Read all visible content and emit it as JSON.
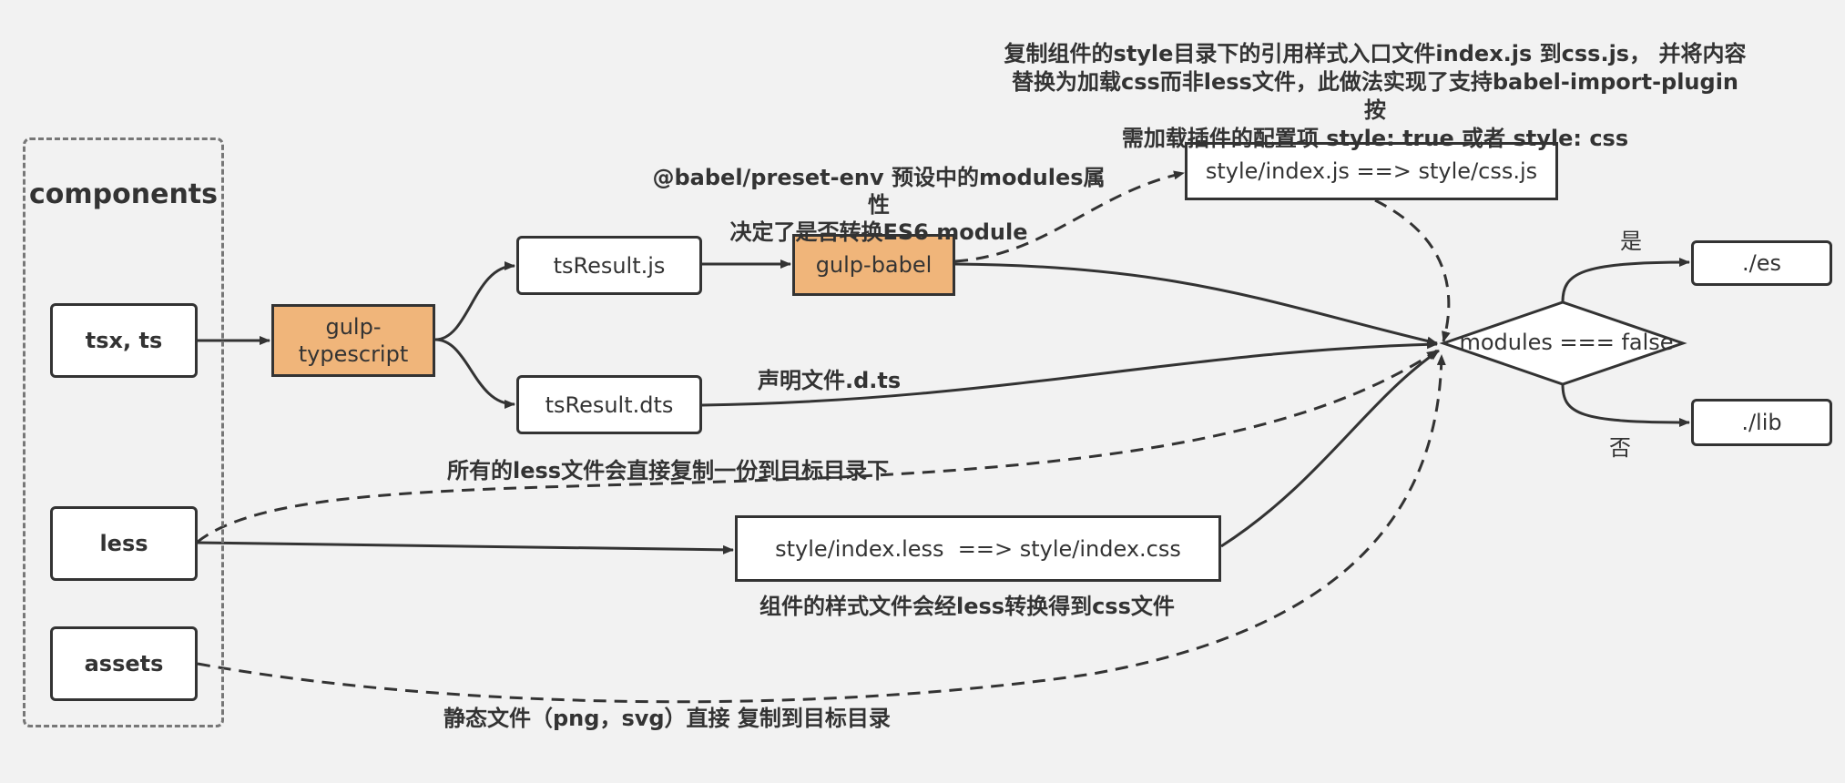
{
  "group": {
    "title": "components"
  },
  "sources": {
    "tsx": "tsx, ts",
    "less": "less",
    "assets": "assets"
  },
  "nodes": {
    "gulp_typescript": "gulp-\ntypescript",
    "ts_result_js": "tsResult.js",
    "ts_result_dts": "tsResult.dts",
    "gulp_babel": "gulp-babel",
    "style_css_js": "style/index.js ==> style/css.js",
    "less_to_css": "style/index.less  ==> style/index.css",
    "decision": "modules === false",
    "out_es": "./es",
    "out_lib": "./lib"
  },
  "notes": {
    "babel_env": "@babel/preset-env 预设中的modules属性\n决定了是否转换ES6 module",
    "css_js": "复制组件的style目录下的引用样式入口文件index.js 到css.js， 并将内容\n替换为加载css而非less文件，此做法实现了支持babel-import-plugin按\n需加载插件的配置项 style: true 或者 style: css",
    "declaration": "声明文件.d.ts",
    "less_copy": "所有的less文件会直接复制一份到目标目录下",
    "less_transform": "组件的样式文件会经less转换得到css文件",
    "assets_copy": "静态文件（png，svg）直接 复制到目标目录"
  },
  "branches": {
    "yes": "是",
    "no": "否"
  },
  "colors": {
    "background": "#f2f2f2",
    "process": "#f0b57a",
    "stroke": "#333333"
  }
}
